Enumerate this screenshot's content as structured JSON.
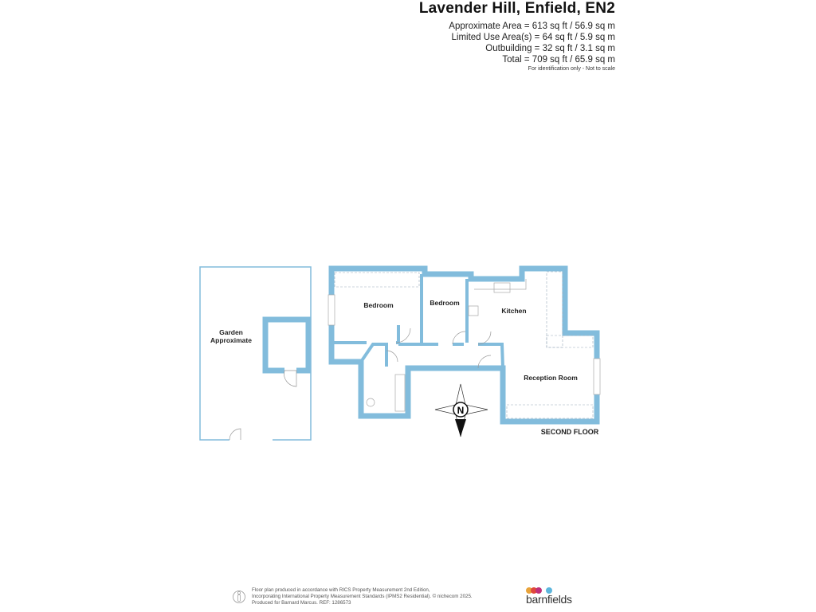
{
  "header": {
    "title": "Lavender Hill, Enfield, EN2",
    "areas": [
      "Approximate Area = 613 sq ft / 56.9 sq m",
      "Limited Use Area(s) = 64 sq ft / 5.9 sq m",
      "Outbuilding = 32 sq ft / 3.1 sq m",
      "Total = 709 sq ft / 65.9 sq m"
    ],
    "note": "For identification only - Not to scale"
  },
  "plan": {
    "rooms": {
      "bedroom1": "Bedroom",
      "bedroom2": "Bedroom",
      "kitchen": "Kitchen",
      "reception": "Reception Room",
      "garden_line1": "Garden",
      "garden_line2": "Approximate"
    },
    "floor_label": "SECOND FLOOR",
    "compass_letter": "N",
    "wall_color": "#82bcdc"
  },
  "footer": {
    "lines": [
      "Floor plan produced in accordance with RICS Property Measurement 2nd Edition,",
      "Incorporating International Property Measurement Standards (IPMS2 Residential).   © nichecom 2025.",
      "Produced for Barnard Marcus.   REF:  1286573"
    ],
    "logo_text": "barnfields",
    "logo_colors": [
      "#e8a33b",
      "#e0483c",
      "#c0307a",
      "#5db6dd"
    ]
  }
}
